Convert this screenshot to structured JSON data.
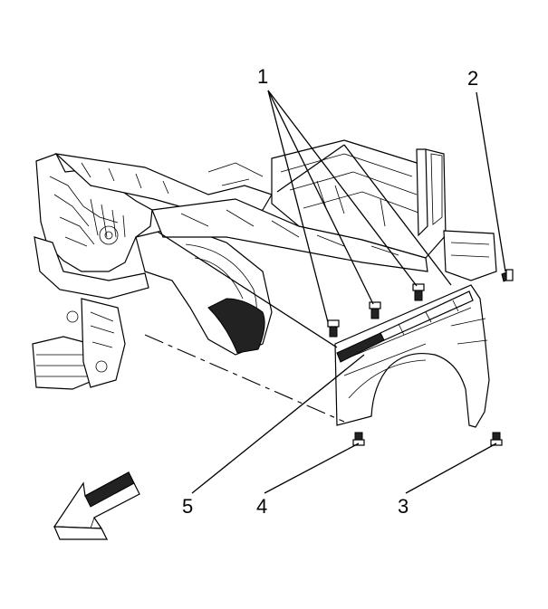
{
  "callouts": {
    "c1": "1",
    "c2": "2",
    "c3": "3",
    "c4": "4",
    "c5": "5"
  },
  "icons": {
    "direction_arrow": "front-direction-arrow-icon",
    "bolt": "bolt-icon"
  }
}
